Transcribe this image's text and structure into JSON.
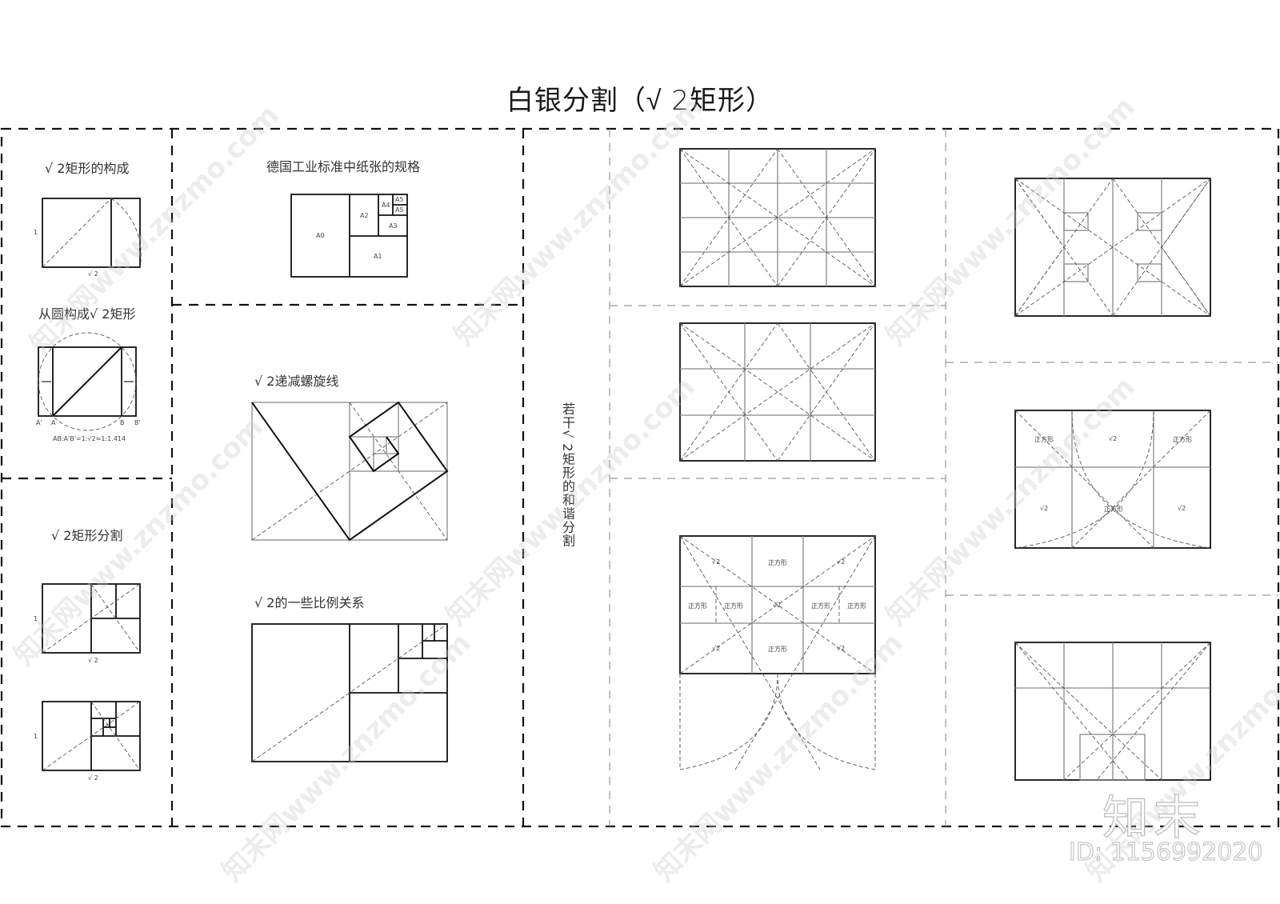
{
  "title": "白银分割（√ 2矩形）",
  "panels": {
    "construction": {
      "heading": "√ 2矩形的构成",
      "side_label": "1",
      "bottom_label": "√ 2"
    },
    "from_circle": {
      "heading": "从圆构成√ 2矩形",
      "points": [
        "A'",
        "A",
        "B",
        "B'"
      ],
      "formula": "AB:A'B'=1:√2≈1:1.414"
    },
    "division": {
      "heading": "√ 2矩形分割",
      "figure1": {
        "side_label": "1",
        "bottom_label": "√ 2"
      },
      "figure2": {
        "side_label": "1",
        "bottom_label": "√ 2"
      }
    },
    "din_paper": {
      "heading": "德国工业标准中纸张的规格",
      "sizes": [
        "A0",
        "A1",
        "A2",
        "A3",
        "A4",
        "A5",
        "A5"
      ]
    },
    "spiral": {
      "heading": "√ 2递减螺旋线"
    },
    "ratios": {
      "heading": "√ 2的一些比例关系"
    },
    "harmonic": {
      "vertical_label": "若干√ 2矩形的和谐分割",
      "grid_labels": {
        "sqrt2": "√2",
        "square": "正方形"
      }
    }
  },
  "watermark": {
    "text": "知末网www.znzmo.com",
    "brand": "知末",
    "id_label": "ID: 1156992020"
  }
}
